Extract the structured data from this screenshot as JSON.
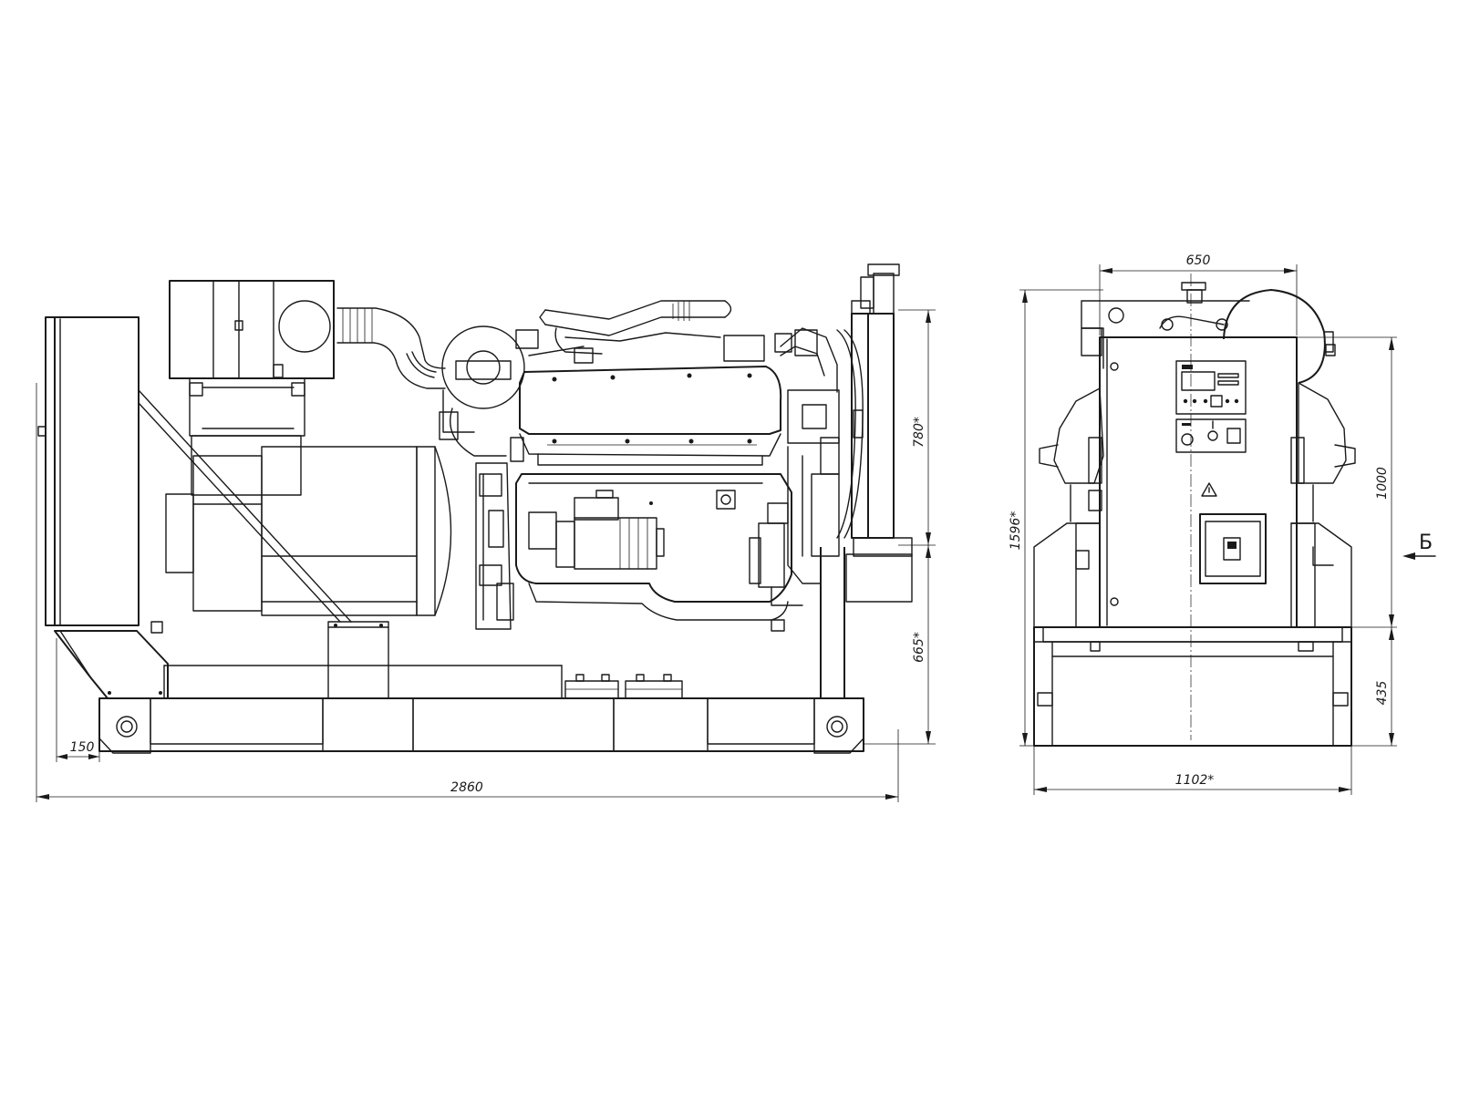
{
  "dimensions": {
    "overall_length": "2860",
    "frame_offset": "150",
    "upper_height": "780*",
    "lower_height": "665*",
    "overall_height": "1596*",
    "cabinet_width": "650",
    "cabinet_height": "1000",
    "base_height": "435",
    "overall_width": "1102*"
  },
  "view_marker": "Б"
}
